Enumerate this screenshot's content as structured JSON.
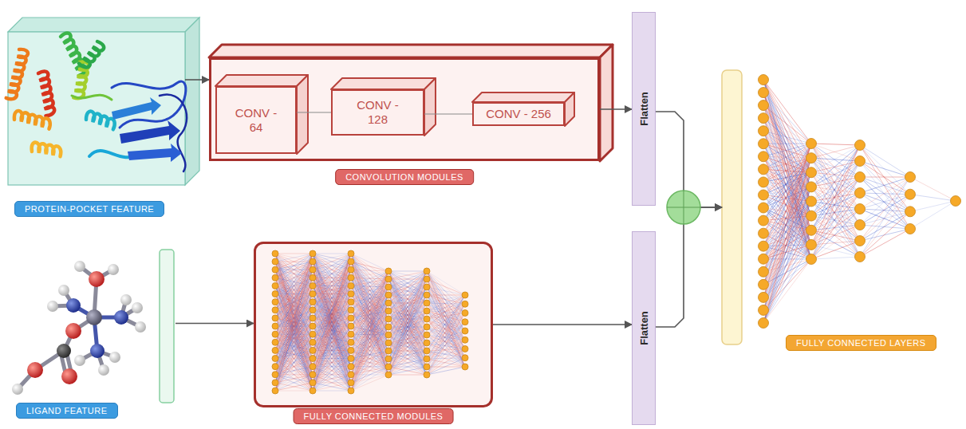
{
  "diagram": {
    "nodes": [
      {
        "text": [
          "PROTEIN-POCKET FEATURE"
        ]
      },
      {
        "text": [
          "CONVOLUTION MODULES"
        ]
      },
      {
        "text": [
          "CONV - 64"
        ],
        "in": 1
      },
      {
        "text": [
          "CONV - 128"
        ],
        "in": 1
      },
      {
        "text": [
          "CONV - 256"
        ],
        "in": 1
      },
      {
        "text": [
          "Flatten"
        ]
      },
      {
        "text": [
          "LIGAND FEATURE"
        ]
      },
      {
        "text": [
          "FULLY CONNECTED MODULES"
        ]
      },
      {
        "text": [
          "Flatten"
        ]
      },
      {
        "text": [
          "FULLY CONNECTED LAYERS"
        ]
      }
    ],
    "edges": [
      {
        "from": 0,
        "to": 1,
        "arrow": "to"
      },
      {
        "from": 2,
        "to": 3,
        "arrow": "none"
      },
      {
        "from": 3,
        "to": 4,
        "arrow": "none"
      },
      {
        "from": 1,
        "to": 5,
        "arrow": "to"
      },
      {
        "from": 5,
        "to": 9,
        "arrow": "to"
      },
      {
        "from": 6,
        "to": 7,
        "arrow": "to"
      },
      {
        "from": 7,
        "to": 8,
        "arrow": "to"
      },
      {
        "from": 8,
        "to": 9,
        "arrow": "to"
      }
    ]
  }
}
